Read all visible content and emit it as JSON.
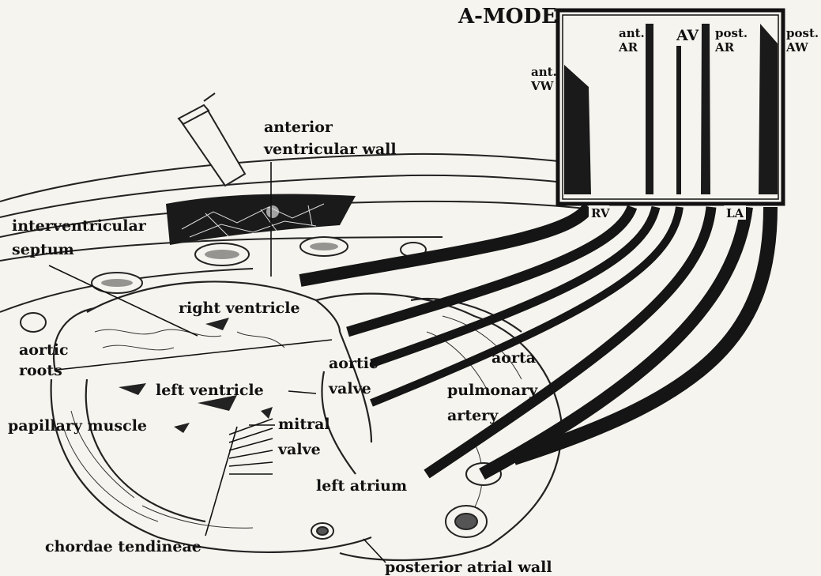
{
  "title": "A-MODE",
  "amode": {
    "top_labels": [
      {
        "id": "ant-vw",
        "lines": [
          "ant.",
          "VW"
        ]
      },
      {
        "id": "ant-ar",
        "lines": [
          "ant.",
          "AR"
        ]
      },
      {
        "id": "av",
        "lines": [
          "AV"
        ]
      },
      {
        "id": "post-ar",
        "lines": [
          "post.",
          "AR"
        ]
      },
      {
        "id": "post-aw",
        "lines": [
          "post.",
          "AW"
        ]
      }
    ],
    "bottom_labels": [
      "RV",
      "LA"
    ]
  },
  "labels": {
    "anterior_ventricular_wall": [
      "anterior",
      "ventricular wall"
    ],
    "interventricular_septum": [
      "interventricular",
      "septum"
    ],
    "right_ventricle": "right ventricle",
    "aortic_roots": [
      "aortic",
      "roots"
    ],
    "aortic_valve": [
      "aortic",
      "valve"
    ],
    "aorta": "aorta",
    "left_ventricle": "left ventricle",
    "pulmonary_artery": [
      "pulmonary",
      "artery"
    ],
    "papillary_muscle": "papillary muscle",
    "mitral_valve": [
      "mitral",
      "valve"
    ],
    "left_atrium": "left atrium",
    "chordae_tendineae": "chordae tendineae",
    "posterior_atrial_wall": "posterior atrial wall"
  }
}
